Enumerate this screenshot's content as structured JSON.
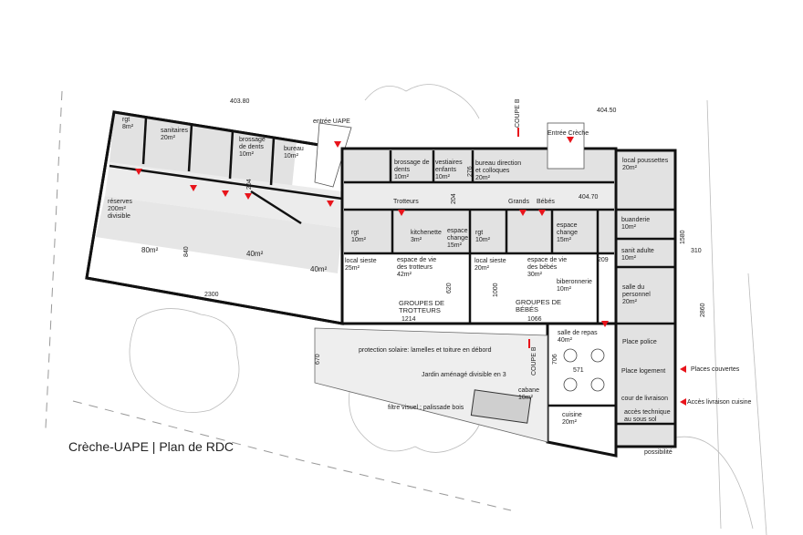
{
  "title": "Crèche-UAPE | Plan de RDC",
  "colors": {
    "wall": "#111111",
    "room_fill": "#e2e2e2",
    "circulation": "#ececec",
    "arrow": "#e8141b"
  },
  "labels": {
    "rgt_8": "rgt\n8m²",
    "sanitaires": "sanitaires\n20m²",
    "brossage_uape": "brossage\nde dents\n10m²",
    "bureau_uape": "bureau\n10m²",
    "entree_uape": "entrée UAPE",
    "reserves": "réserves\n200m²\ndivisible",
    "area_80": "80m²",
    "area_40a": "40m²",
    "area_40b": "40m²",
    "dim_840": "840",
    "dim_2300": "2300",
    "dim_204a": "204",
    "alt_403": "403.80",
    "brossage_creche": "brossage de\ndents\n10m²",
    "vestiaires": "vestiaires\nenfants\n10m²",
    "dim_276": "276",
    "bureau_direction": "bureau direction\net colloques\n20m²",
    "coupe_b_top": "COUPE B",
    "entree_creche": "Entrée Crèche",
    "alt_404_50": "404.50",
    "trotteurs": "Trotteurs",
    "dim_204b": "204",
    "grands": "Grands",
    "bebes": "Bébés",
    "alt_404_70": "404.70",
    "rgt_10a": "rgt\n10m²",
    "kitchenette": "kitchenette\n3m²",
    "espace_change_a": "espace\nchange\n15m²",
    "rgt_10b": "rgt\n10m²",
    "espace_change_b": "espace\nchange\n15m²",
    "local_sieste_25": "local sieste\n25m²",
    "espace_vie_trotteurs": "espace de vie\ndes trotteurs\n42m²",
    "dim_620": "620",
    "local_sieste_20": "local sieste\n20m²",
    "dim_1000": "1000",
    "espace_vie_bebes": "espace de vie\ndes bébés\n30m²",
    "biberonnerie": "biberonnerie\n10m²",
    "groupes_trotteurs": "GROUPES DE\nTROTTEURS",
    "dim_1214": "1214",
    "groupes_bebes": "GROUPES DE\nBÉBÉS",
    "dim_1066": "1066",
    "dim_209": "209",
    "local_poussettes": "local poussettes\n20m²",
    "buanderie": "buanderie\n10m²",
    "sanit_adulte": "sanit adulte\n10m²",
    "dim_1580": "1580",
    "dim_310": "310",
    "salle_personnel": "salle du\npersonnel\n20m²",
    "dim_2860": "2860",
    "place_police": "Place police",
    "place_logement": "Place logement",
    "places_couvertes": "Places couvertes",
    "cour_livraison": "cour de livraison",
    "acces_livraison": "Accès livraison cuisine",
    "acces_technique": "accès technique\nau sous sol",
    "possibilite": "possibilité",
    "salle_repas": "salle de repas\n40m²",
    "dim_706": "706",
    "dim_571": "571",
    "cuisine": "cuisine\n20m²",
    "protection_solaire": "protection solaire: lamelles et toiture en débord",
    "jardin": "Jardin aménagé divisible en 3",
    "coupe_b_bottom": "COUPE B",
    "cabane": "cabane\n10m²",
    "filtre_visuel": "filtre  visuel : palissade bois",
    "dim_670": "670"
  }
}
